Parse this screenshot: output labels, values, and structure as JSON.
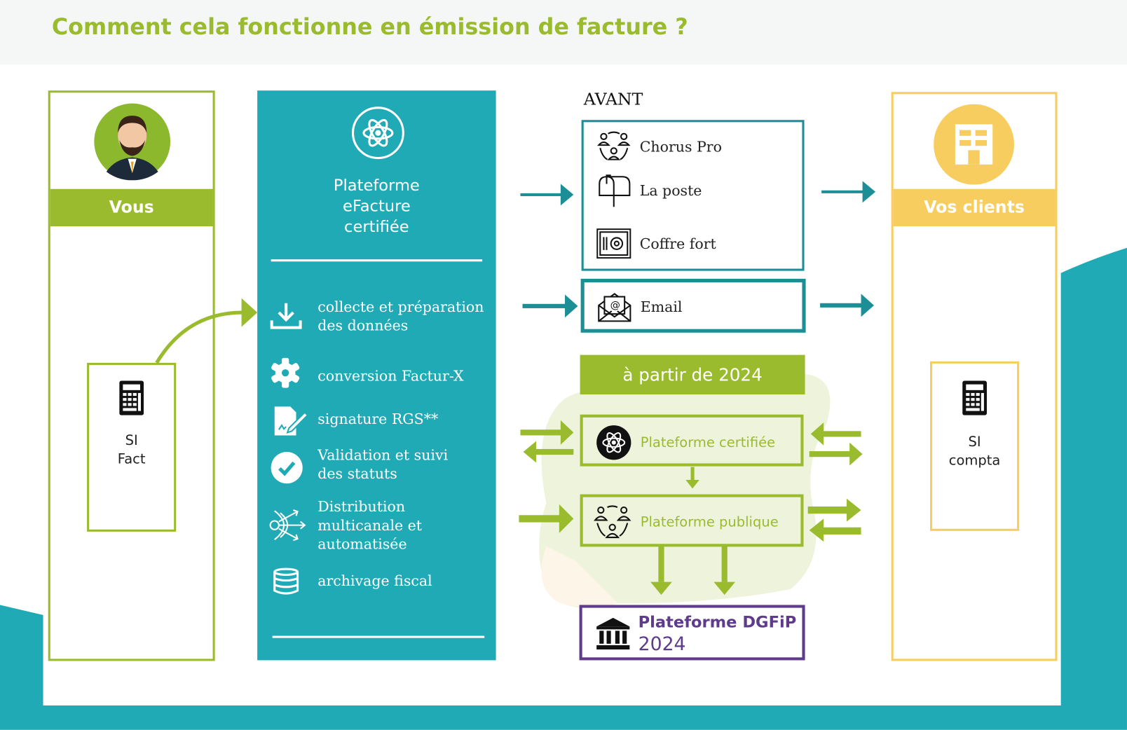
{
  "title": "Comment cela fonctionne en émission de facture ?",
  "vous": {
    "label": "Vous",
    "si_line1": "SI",
    "si_line2": "Fact"
  },
  "platform": {
    "title_l1": "Plateforme",
    "title_l2": "eFacture",
    "title_l3": "certifiée",
    "features": [
      {
        "l1": "collecte et préparation",
        "l2": "des données",
        "icon": "download-icon"
      },
      {
        "l1": "conversion Factur-X",
        "icon": "gear-icon"
      },
      {
        "l1": "signature RGS**",
        "icon": "signature-icon"
      },
      {
        "l1": "Validation et suivi",
        "l2": "des statuts",
        "icon": "check-circle-icon"
      },
      {
        "l1": "Distribution",
        "l2": "multicanale et",
        "l3": "automatisée",
        "icon": "distribution-icon"
      },
      {
        "l1": "archivage fiscal",
        "icon": "database-icon"
      }
    ]
  },
  "avant": {
    "label": "AVANT",
    "channels": [
      "Chorus Pro",
      "La poste",
      "Coffre fort"
    ],
    "email": "Email"
  },
  "futur": {
    "label": "à partir de 2024",
    "certified": "Plateforme certifiée",
    "public": "Plateforme publique",
    "dgfip_l1": "Plateforme DGFiP",
    "dgfip_l2": "2024"
  },
  "clients": {
    "label": "Vos clients",
    "si_line1": "SI",
    "si_line2": "compta"
  },
  "colors": {
    "green": "#9bbb2f",
    "teal": "#20aab5",
    "yellow": "#f8cd5f",
    "purple": "#5f3b8c",
    "dark_teal": "#1b8e96"
  }
}
